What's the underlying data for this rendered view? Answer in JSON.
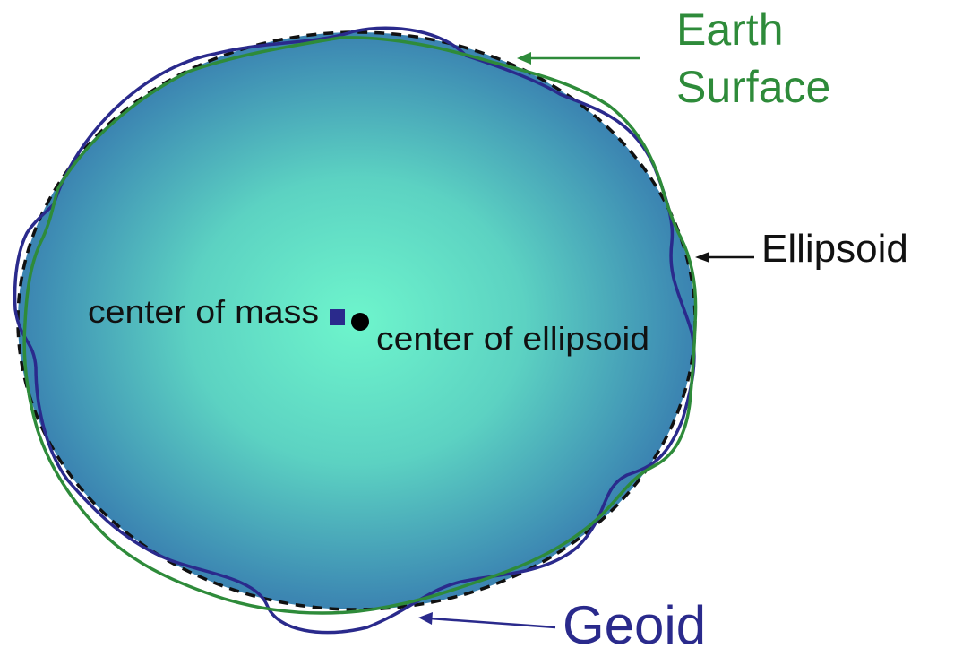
{
  "labels": {
    "earth_surface_line1": "Earth",
    "earth_surface_line2": "Surface",
    "ellipsoid": "Ellipsoid",
    "geoid": "Geoid",
    "center_of_mass": "center of mass",
    "center_of_ellipsoid": "center of ellipsoid"
  },
  "colors": {
    "earth_surface": "#2e8b3a",
    "geoid": "#2a2a8c",
    "ellipsoid": "#111111",
    "fill_center": "#6ef5cc",
    "fill_edge": "#3573ad",
    "text": "#111111"
  }
}
